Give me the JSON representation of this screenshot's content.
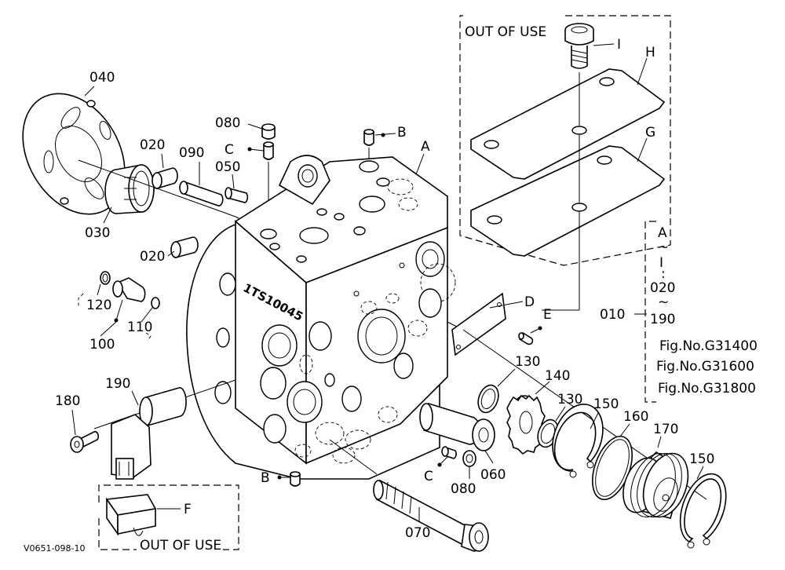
{
  "figure_id": "V0651-098-10",
  "out_of_use_top": "OUT OF USE",
  "out_of_use_bottom": "OUT OF USE",
  "engraving": "1TS10045",
  "parts": {
    "p010": "010",
    "p020a": "020",
    "p020b": "020",
    "p030": "030",
    "p040": "040",
    "p050": "050",
    "p060": "060",
    "p070": "070",
    "p080a": "080",
    "p080b": "080",
    "p090": "090",
    "p100": "100",
    "p110": "110",
    "p120": "120",
    "p130a": "130",
    "p130b": "130",
    "p140": "140",
    "p150a": "150",
    "p150b": "150",
    "p160": "160",
    "p170": "170",
    "p180": "180",
    "p190": "190"
  },
  "letters": {
    "A": "A",
    "B1": "B",
    "B2": "B",
    "C1": "C",
    "C2": "C",
    "D": "D",
    "E": "E",
    "F": "F",
    "G": "G",
    "H": "H",
    "I": "I"
  },
  "range_note": {
    "a": "A",
    "tilde1": "~",
    "i": "I",
    "colon": ":",
    "n020": "020",
    "tilde2": "~",
    "n190": "190"
  },
  "fig_refs": [
    "Fig.No.G31400",
    "Fig.No.G31600",
    "Fig.No.G31800"
  ]
}
